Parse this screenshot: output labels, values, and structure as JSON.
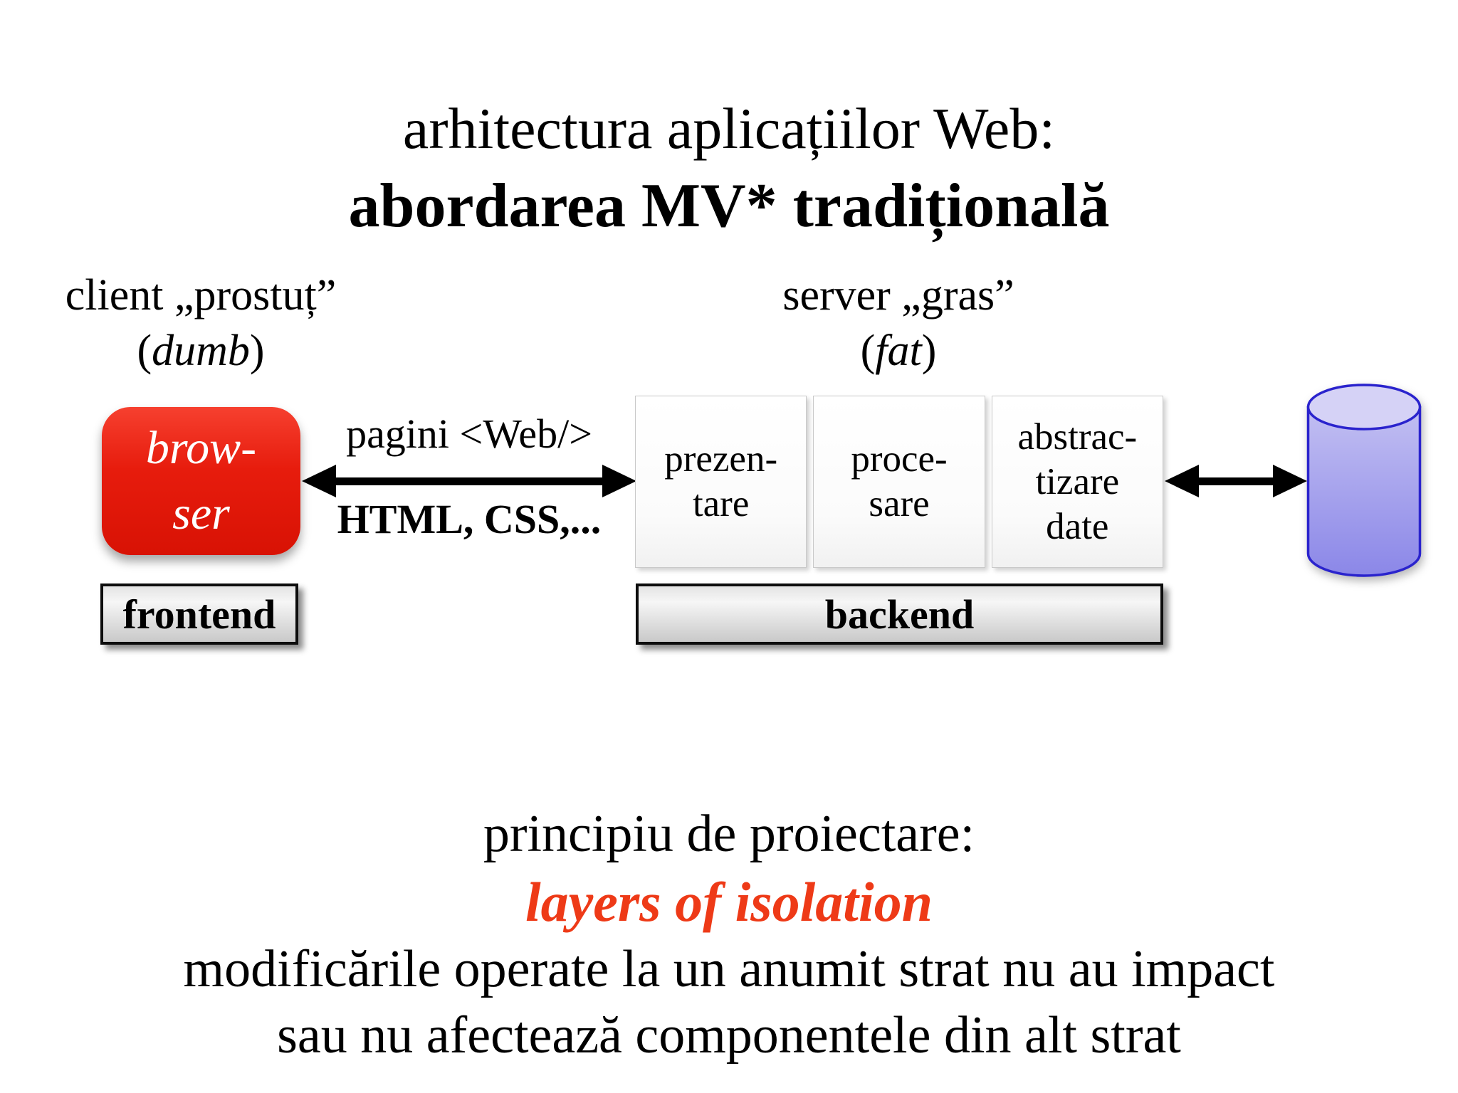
{
  "slide": {
    "title": {
      "line1": "arhitectura aplicațiilor Web:",
      "line2": "abordarea MV* tradițională"
    },
    "client": {
      "line1": "client „prostuț”",
      "paren_open": "(",
      "word": "dumb",
      "paren_close": ")"
    },
    "server": {
      "line1": "server „gras”",
      "paren_open": "(",
      "word": "fat",
      "paren_close": ")"
    },
    "browser": {
      "line1": "brow-",
      "line2": "ser"
    },
    "transport": {
      "above_arrow": "pagini <Web/>",
      "below_arrow": "HTML, CSS,..."
    },
    "backend_layers": [
      {
        "lines": [
          "prezen-",
          "tare"
        ]
      },
      {
        "lines": [
          "proce-",
          "sare"
        ]
      },
      {
        "lines": [
          "abstrac-",
          "tizare",
          "date"
        ]
      }
    ],
    "frontend_label": "frontend",
    "backend_label": "backend",
    "principle": {
      "line1": "principiu de proiectare:",
      "line2": "layers of isolation",
      "line3": "modificările operate la un anumit strat nu au impact",
      "line4": "sau nu afectează componentele din alt strat"
    },
    "icons": {
      "client_server_arrow": "double-arrow-icon",
      "server_db_arrow": "double-arrow-icon",
      "database": "database-cylinder-icon"
    }
  },
  "colors": {
    "browser_box": "#e71c0d",
    "browser_box_light": "#f6402f",
    "browser_box_dark": "#d81204",
    "browser_text": "#ffffff",
    "isolation_text": "#ee3a17",
    "cylinder_border": "#2a23cd",
    "cylinder_top": "#d5d2f6",
    "cylinder_body_light": "#c2bff2",
    "cylinder_body_dark": "#8b87e8",
    "arrow": "#000000",
    "text": "#000000"
  }
}
